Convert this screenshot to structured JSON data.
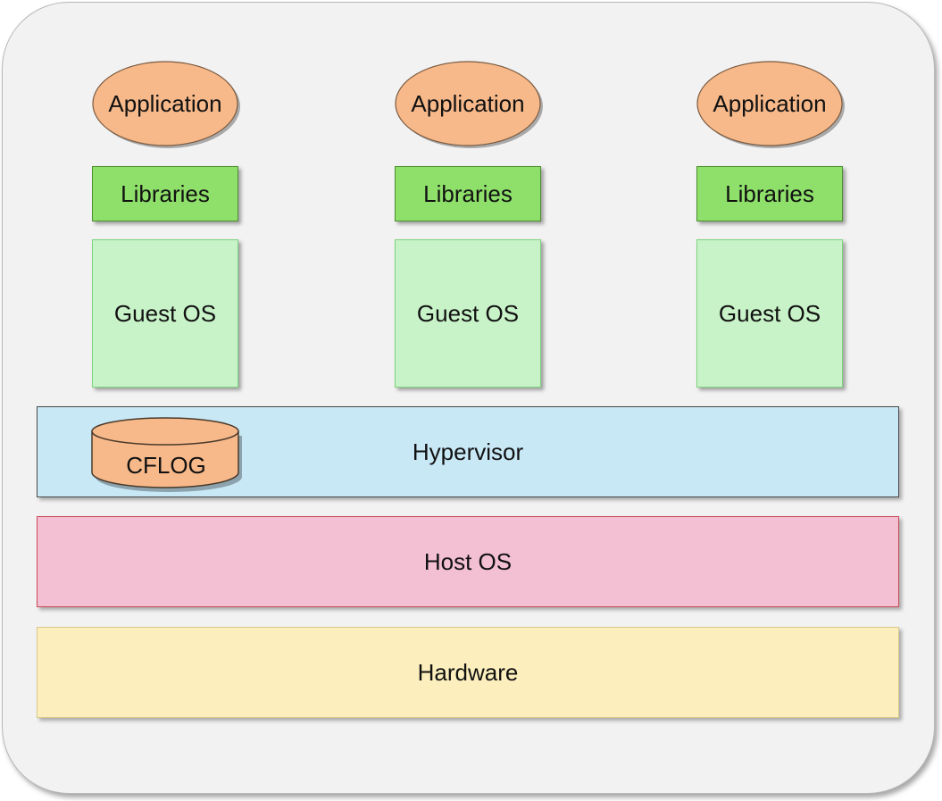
{
  "stacks": [
    {
      "application": "Application",
      "libraries": "Libraries",
      "guest_os": "Guest OS"
    },
    {
      "application": "Application",
      "libraries": "Libraries",
      "guest_os": "Guest OS"
    },
    {
      "application": "Application",
      "libraries": "Libraries",
      "guest_os": "Guest OS"
    }
  ],
  "hypervisor": {
    "label": "Hypervisor",
    "storage_label": "CFLOG"
  },
  "host_os": {
    "label": "Host OS"
  },
  "hardware": {
    "label": "Hardware"
  },
  "colors": {
    "application": "#f7b98a",
    "libraries": "#8ee06a",
    "guest_os": "#c8f2c8",
    "hypervisor": "#c9e8f6",
    "host_os": "#f3bfd3",
    "hardware": "#fcefbd",
    "cflog": "#f7b98a"
  }
}
